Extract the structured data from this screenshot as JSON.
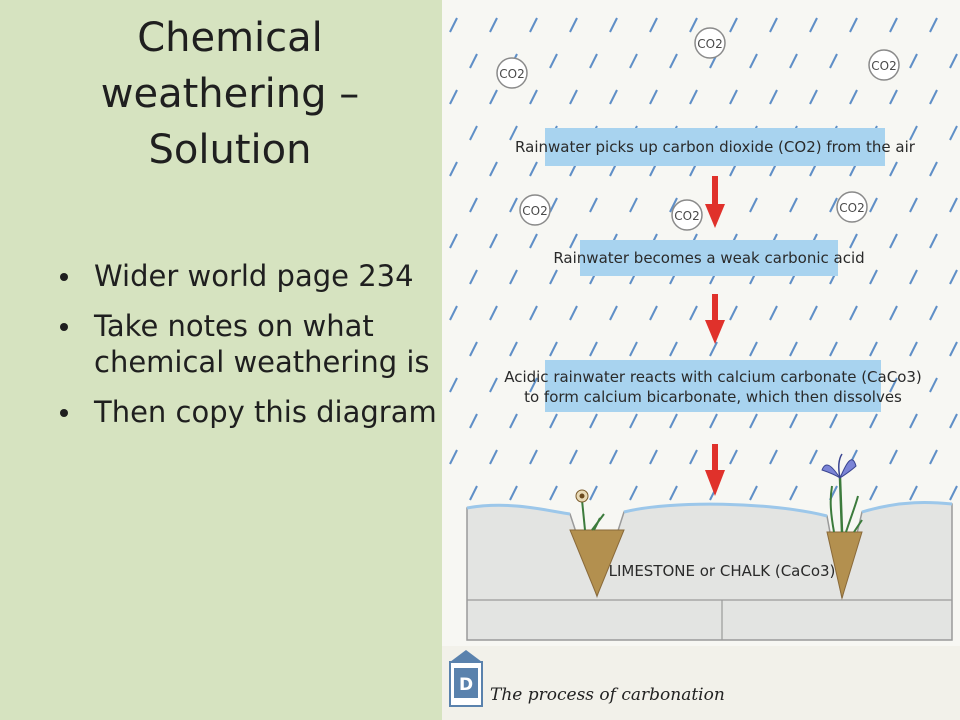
{
  "slide": {
    "title_lines": [
      "Chemical",
      "weathering –",
      "Solution"
    ],
    "bullets": [
      "Wider world page 234",
      "Take notes on what chemical weathering is",
      "Then copy this diagram"
    ]
  },
  "diagram": {
    "steps": [
      {
        "text": "Rainwater picks up carbon dioxide (CO2) from the air"
      },
      {
        "text": "Rainwater becomes a weak carbonic acid"
      },
      {
        "text_line1": "Acidic rainwater reacts with calcium carbonate (CaCo3)",
        "text_line2": "to form calcium bicarbonate, which then dissolves"
      }
    ],
    "co2_label": "CO2",
    "rock_label": "LIMESTONE or CHALK (CaCo3)",
    "figure_letter": "D",
    "caption": "The process of carbonation"
  },
  "colors": {
    "slide_bg": "#d6e3c0",
    "rain": "#5f8fc7",
    "box_fill": "#a8d3ef",
    "arrow": "#e0312b",
    "rock": "#e3e4e2",
    "soil": "#b3904f",
    "water": "#9cc7ea"
  }
}
